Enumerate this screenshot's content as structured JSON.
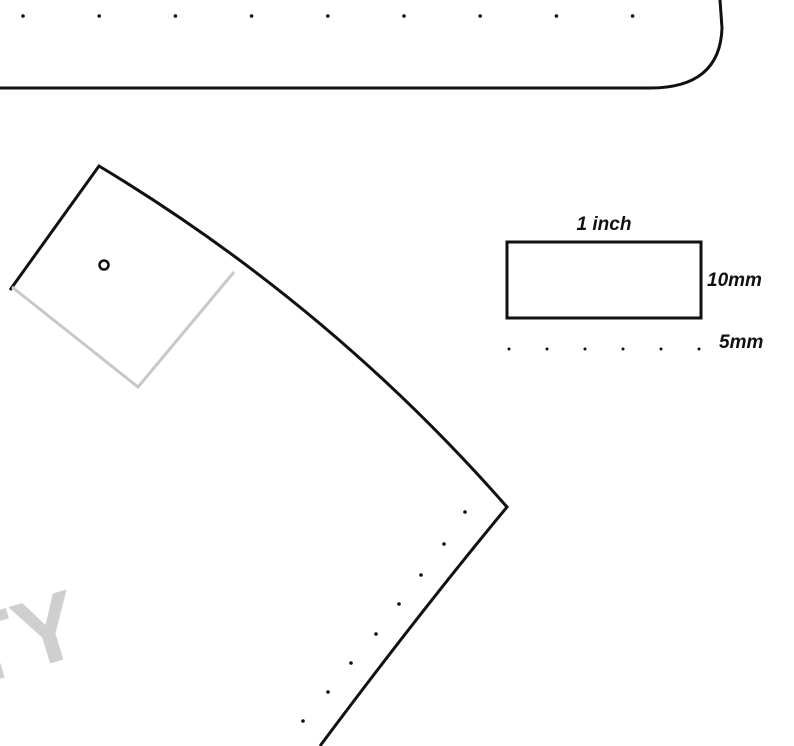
{
  "labels": {
    "scale_width": "1 inch",
    "scale_height": "10mm",
    "hole_spacing": "5mm"
  },
  "watermark": {
    "text": "TY"
  },
  "colors": {
    "outline": "#111111",
    "guide_line": "#c8c8c8",
    "watermark": "#cfcfcf",
    "background": "#ffffff"
  }
}
